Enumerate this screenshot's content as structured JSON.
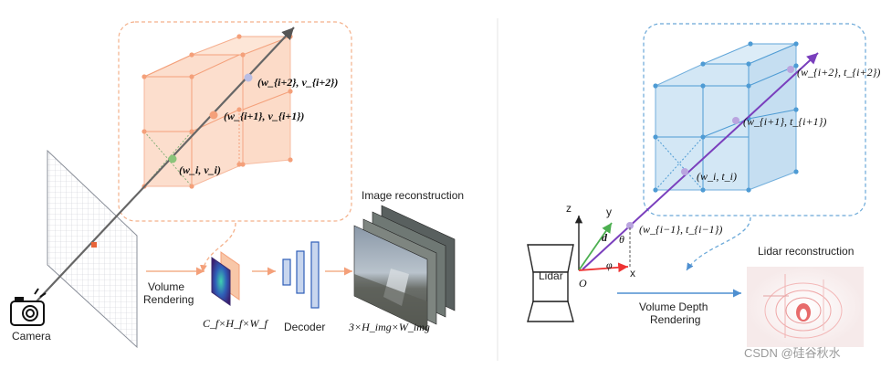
{
  "left": {
    "camera_label": "Camera",
    "volume_rendering_label": "Volume\nRendering",
    "feature_dims": "C_f×H_f×W_f",
    "decoder_label": "Decoder",
    "image_dims": "3×H_img×W_img",
    "image_reconstruction_label": "Image reconstruction",
    "sample_labels": [
      "(w_{i+2}, v_{i+2})",
      "(w_{i+1}, v_{i+1})",
      "(w_i, v_i)"
    ]
  },
  "right": {
    "lidar_label": "Lidar",
    "origin_label": "O",
    "axis_z": "z",
    "axis_y": "y",
    "axis_x": "x",
    "dir_label": "d",
    "theta_label": "θ",
    "phi_label": "φ",
    "sample_labels": [
      "(w_{i+2}, t_{i+2})",
      "(w_{i+1}, t_{i+1})",
      "(w_i, t_i)",
      "(w_{i−1}, t_{i−1})"
    ],
    "lidar_reconstruction_label": "Lidar reconstruction",
    "volume_depth_label": "Volume Depth\nRendering"
  },
  "watermark": "CSDN @硅谷秋水",
  "colors": {
    "orange_box": "#f7b490",
    "orange_node": "#f4a07a",
    "blue_box": "#a9d0ea",
    "blue_node": "#4e9bd4",
    "purple_ray": "#7a3fbd",
    "dashed_orange": "#f4b08a",
    "dashed_blue": "#6aa8d8"
  }
}
